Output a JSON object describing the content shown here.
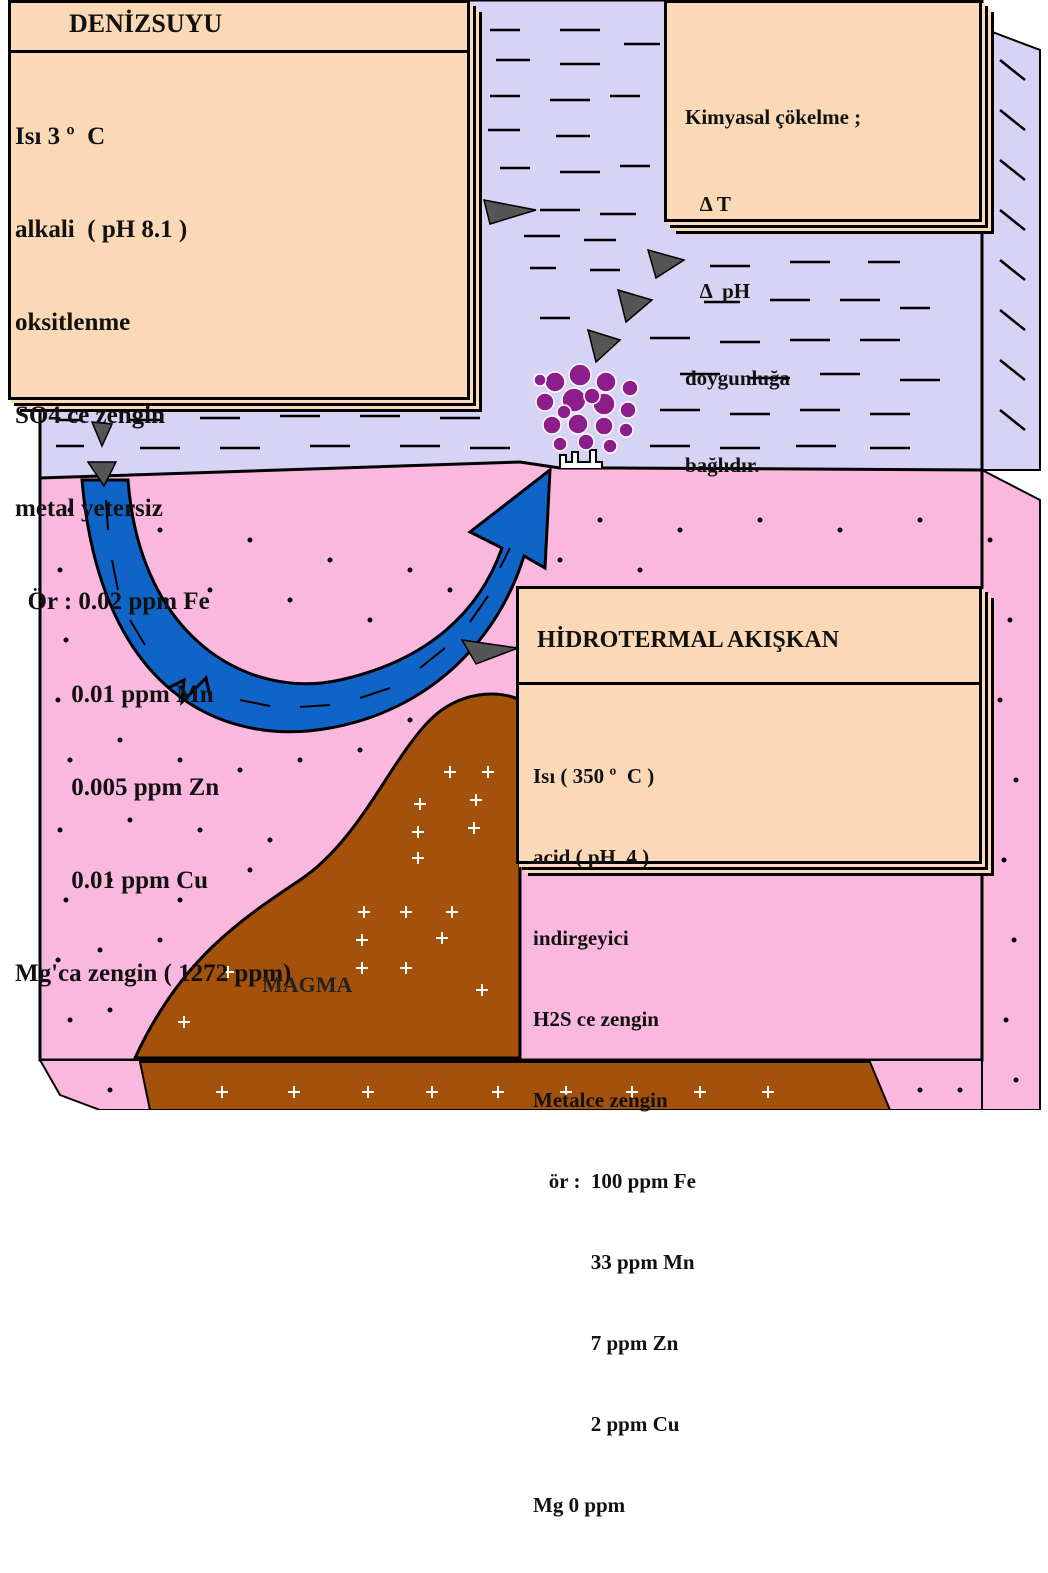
{
  "seawater": {
    "title": "DENİZSUYU",
    "lines": [
      "Isı 3 º  C",
      "alkali  ( pH 8.1 )",
      "oksitlenme",
      "SO4 ce zengin",
      "metal yetersiz",
      "  Ör : 0.02 ppm Fe",
      "         0.01 ppm Mn",
      "         0.005 ppm Zn",
      "         0.01 ppm Cu",
      "Mg'ca zengin ( 1272 ppm)"
    ]
  },
  "precipitation": {
    "lines": [
      "Kimyasal çökelme ;",
      "   Δ T",
      "   Δ  pH",
      "doygunluğa",
      "bağlıdır."
    ]
  },
  "hydrothermal": {
    "title": "HİDROTERMAL AKIŞKAN",
    "lines": [
      "Isı ( 350 º  C )",
      "acid ( pH  4 )",
      "indirgeyici",
      "H2S ce zengin",
      "Metalce zengin",
      "   ör :  100 ppm Fe",
      "           33 ppm Mn",
      "           7 ppm Zn",
      "           2 ppm Cu",
      "Mg 0 ppm"
    ]
  },
  "magma": {
    "label": "MAGMA"
  },
  "colors": {
    "sea": "#d6d3f4",
    "crust": "#fbb8de",
    "magma": "#a4510b",
    "fluid_arrow": "#1064c8",
    "precipitate": "#8e1d8c",
    "box_fill": "#fcd9b6"
  }
}
